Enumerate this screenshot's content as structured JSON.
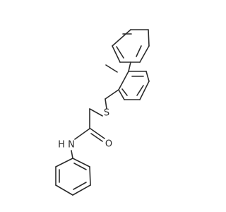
{
  "diagram": {
    "type": "chemical-structure",
    "atom_labels": {
      "sulfur": "S",
      "oxygen": "O",
      "nitrogen": "N",
      "hydrogen": "H"
    },
    "colors": {
      "bond": "#2b2b2b",
      "background": "#ffffff"
    }
  }
}
